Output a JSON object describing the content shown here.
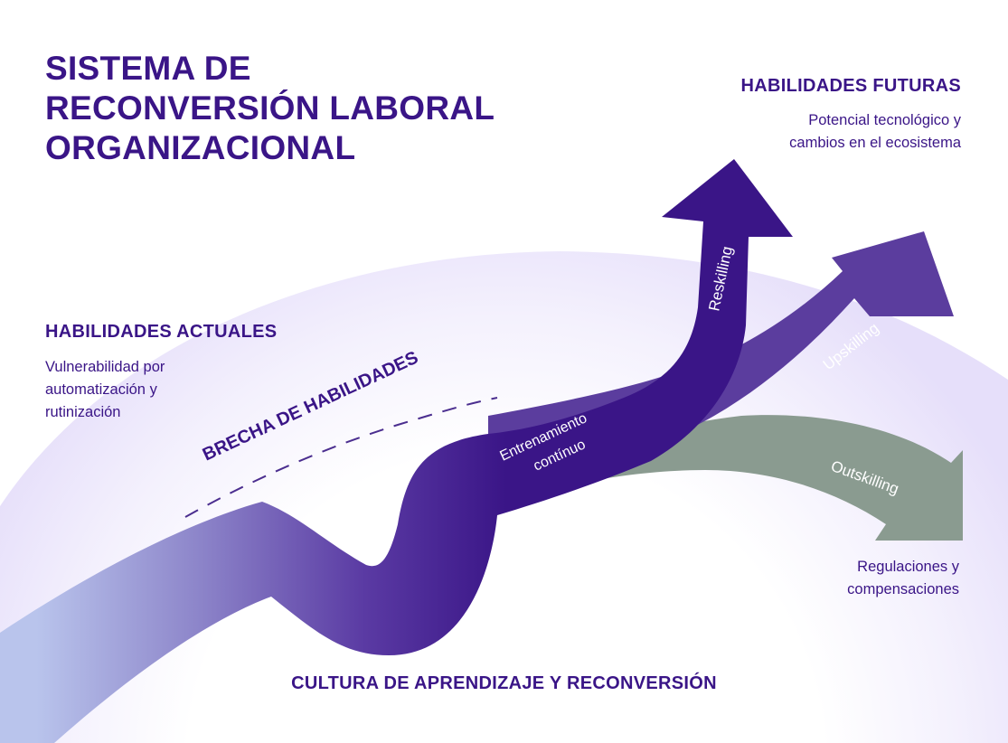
{
  "title": {
    "line1": "SISTEMA DE",
    "line2": "RECONVERSIÓN LABORAL",
    "line3": "ORGANIZACIONAL"
  },
  "future": {
    "heading": "HABILIDADES FUTURAS",
    "desc_line1": "Potencial tecnológico y",
    "desc_line2": "cambios en el ecosistema"
  },
  "current": {
    "heading": "HABILIDADES ACTUALES",
    "desc_line1": "Vulnerabilidad por",
    "desc_line2": "automatización y",
    "desc_line3": "rutinización"
  },
  "gap_label": "BRECHA DE HABILIDADES",
  "arrows": {
    "reskilling": "Reskilling",
    "upskilling": "Upskilling",
    "outskilling": "Outskilling",
    "training_line1": "Entrenamiento",
    "training_line2": "contínuo"
  },
  "regulations": {
    "line1": "Regulaciones y",
    "line2": "compensaciones"
  },
  "culture": "CULTURA DE APRENDIZAJE Y RECONVERSIÓN",
  "colors": {
    "text": "#3a1587",
    "reskilling_arrow": "#3f1a8c",
    "upskilling_arrow": "#5b3d9e",
    "outskilling_arrow": "#8a9b90",
    "arc_fill": "#ece7fb",
    "stream_start": "#b9c4ec",
    "stream_end": "#3a1587"
  }
}
